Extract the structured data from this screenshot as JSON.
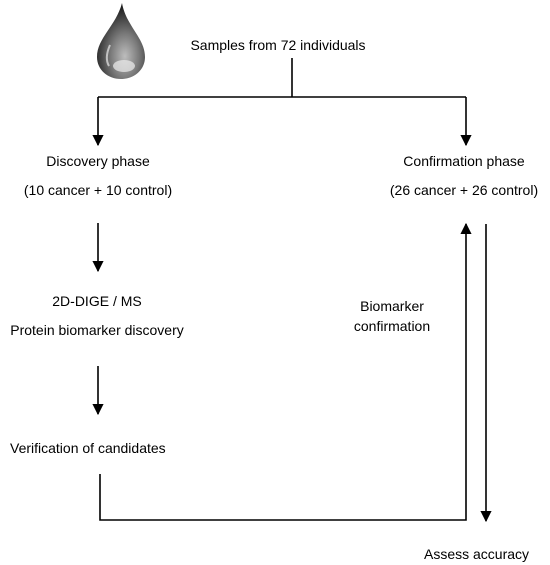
{
  "title": "Samples from 72 individuals",
  "discovery": {
    "title": "Discovery phase",
    "subtitle": "(10 cancer + 10 control)"
  },
  "confirmation": {
    "title": "Confirmation phase",
    "subtitle": "(26 cancer + 26 control)"
  },
  "method": {
    "line1": "2D-DIGE / MS",
    "line2": "Protein biomarker discovery"
  },
  "verification": {
    "label": "Verification of candidates"
  },
  "biomarker": {
    "line1": "Biomarker",
    "line2": "confirmation"
  },
  "assess": {
    "label": "Assess accuracy"
  },
  "icons": {
    "sample": "drop-icon"
  },
  "colors": {
    "line": "#000000",
    "text": "#000000",
    "drop_dark": "#2a2a2a",
    "drop_light": "#d9d9d9"
  }
}
